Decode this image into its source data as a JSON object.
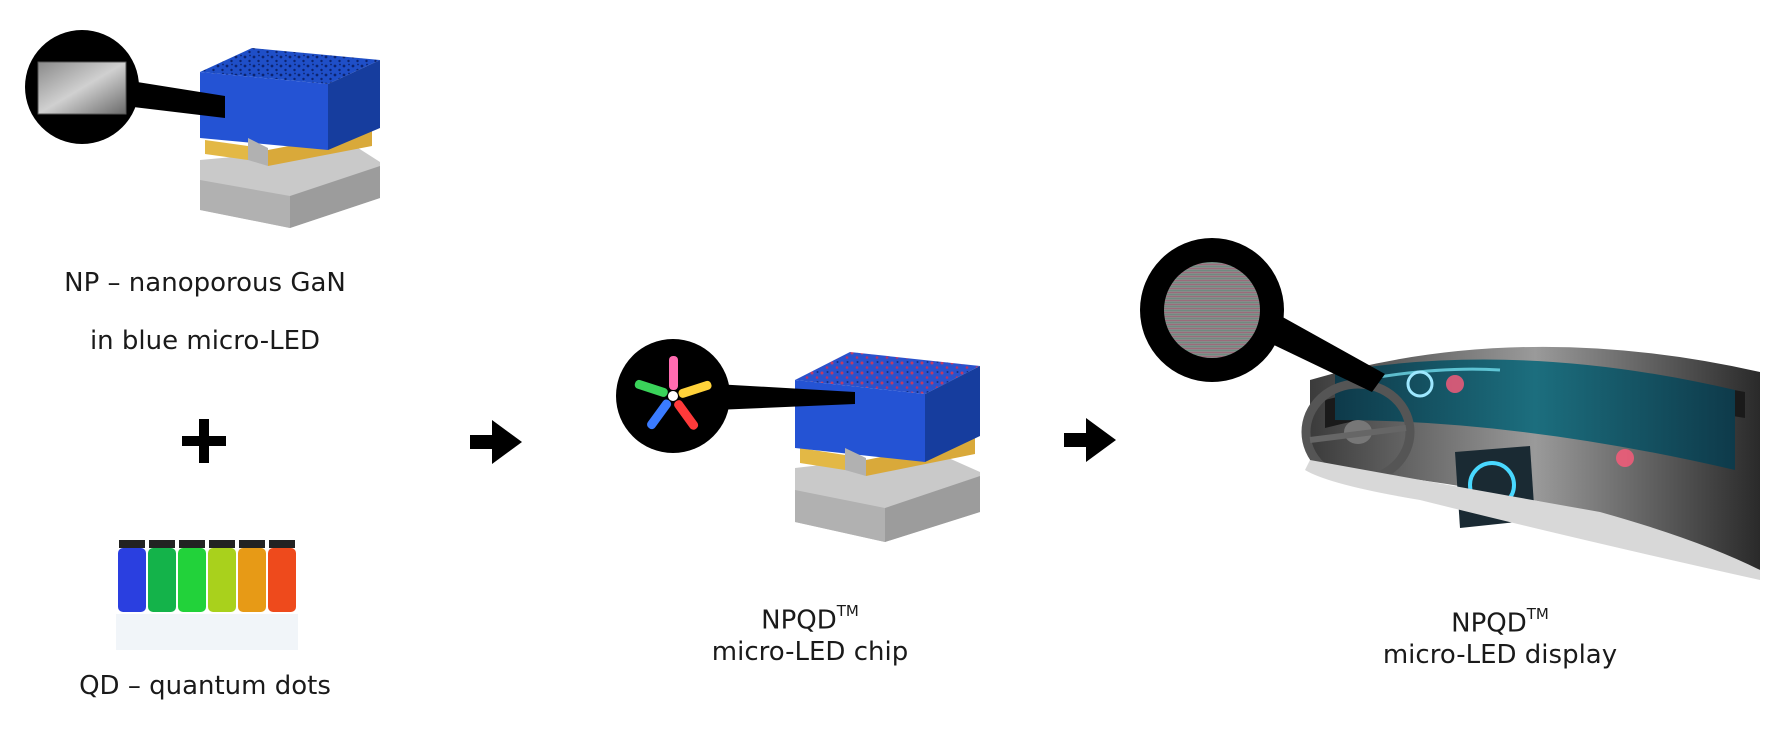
{
  "np": {
    "line1": "NP – nanoporous GaN",
    "line2": "in blue micro-LED"
  },
  "qd": {
    "label": "QD – quantum dots"
  },
  "chip": {
    "name": "NPQD",
    "tm": "TM",
    "line2": "micro-LED chip"
  },
  "display": {
    "name": "NPQD",
    "tm": "TM",
    "line2": "micro-LED display"
  },
  "colors": {
    "chip_blue": "#1f4fc8",
    "gold": "#e3b845",
    "substrate_gray": "#c4c4c4",
    "callout_black": "#000000"
  },
  "icons": [
    "plus-icon",
    "arrow-right-icon",
    "arrow-right-icon"
  ]
}
